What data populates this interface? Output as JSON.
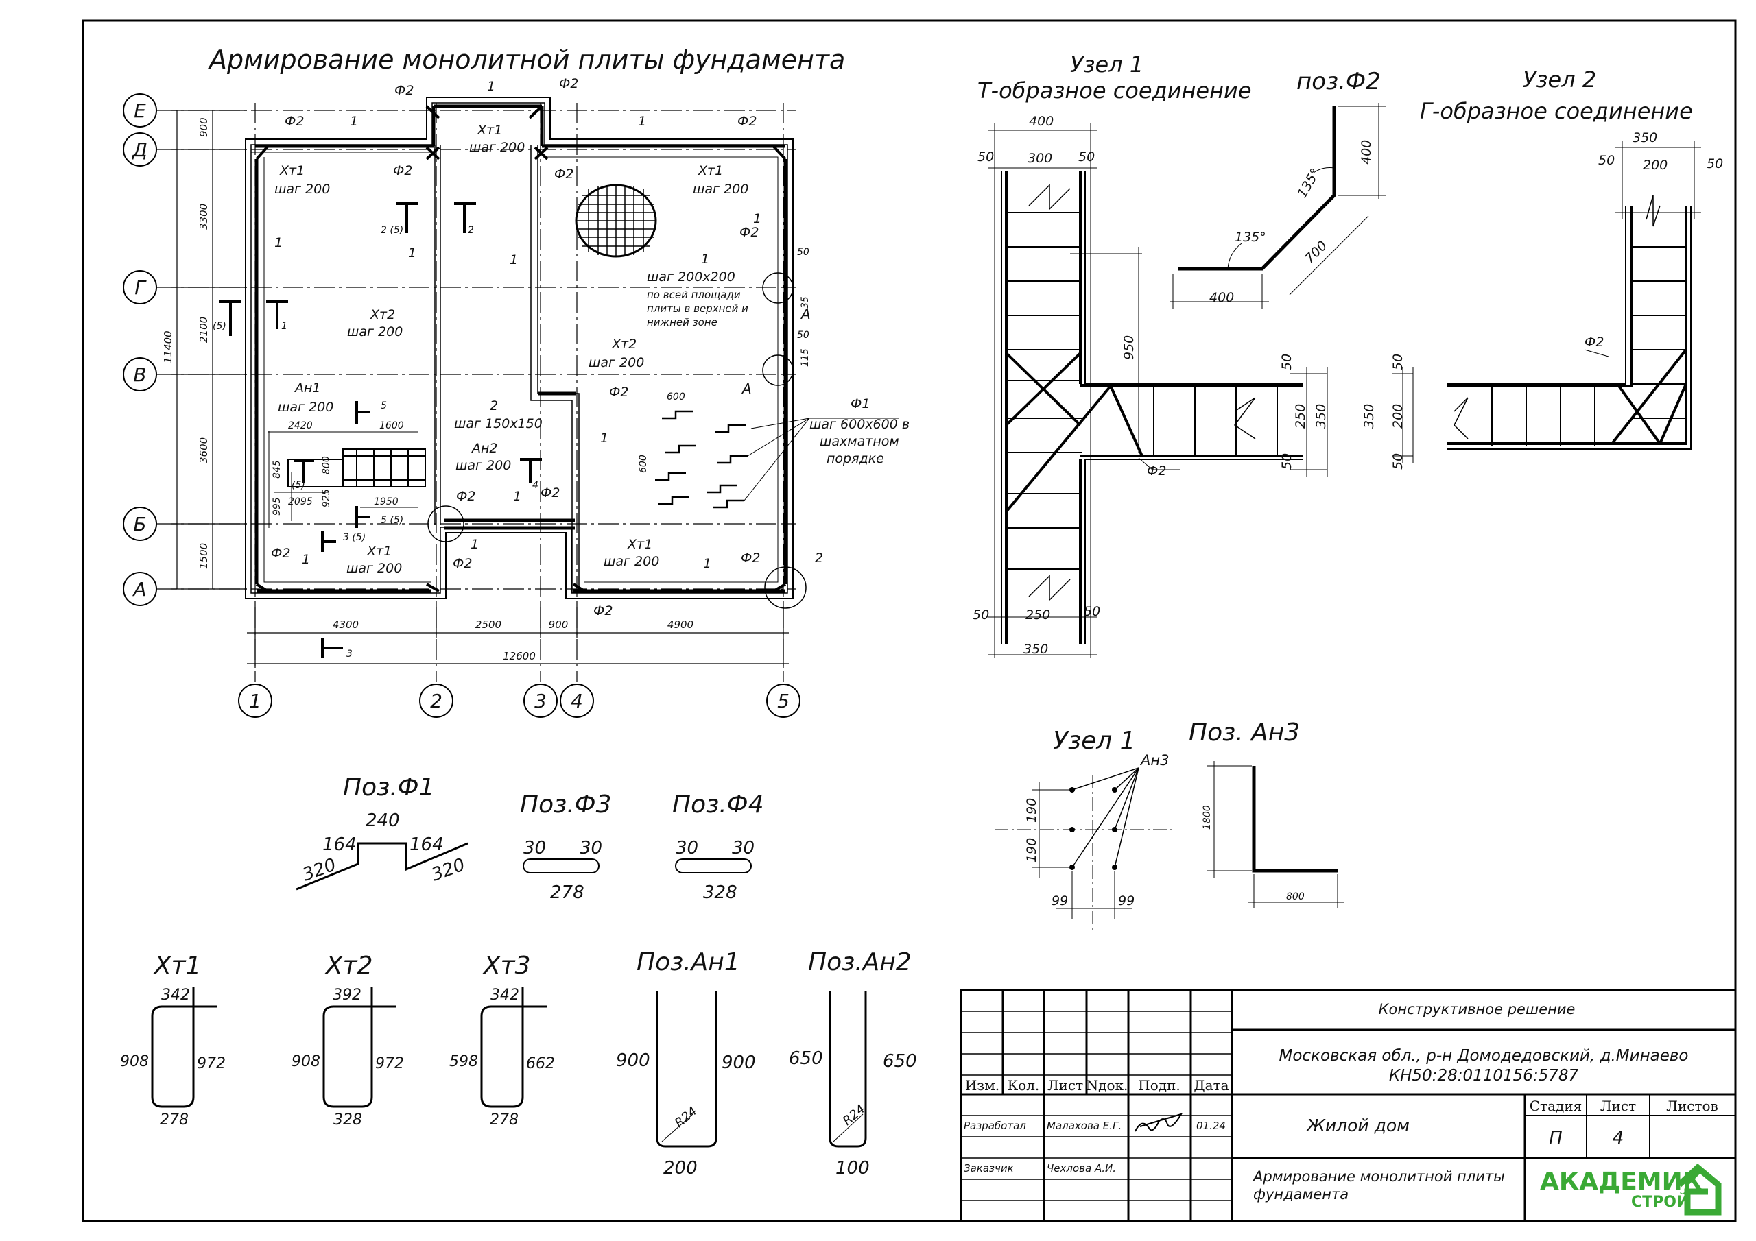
{
  "plan": {
    "title": "Армирование монолитной плиты фундамента",
    "axes_rows": [
      "Е",
      "Д",
      "Г",
      "В",
      "Б",
      "А"
    ],
    "axes_cols": [
      "1",
      "2",
      "3",
      "4",
      "5"
    ],
    "dims_left": [
      "900",
      "3300",
      "2100",
      "3600",
      "1500"
    ],
    "dim_total_left": "11400",
    "dims_bottom": [
      "4300",
      "2500",
      "900",
      "4900"
    ],
    "dim_total_bottom": "12600",
    "labels": {
      "f2": "Ф2",
      "one": "1",
      "two": "2",
      "xt1": "Хт1",
      "xt2": "Хт2",
      "step200": "шаг 200",
      "grid_step": "шаг 200х200",
      "grid_note1": "по всей площади",
      "grid_note2": "плиты в верхней и",
      "grid_note3": "нижней зоне",
      "an1": "Ан1",
      "an2": "Ан2",
      "step150": "шаг 150х150",
      "f1": "Ф1",
      "f1_step": "шаг 600х600 в",
      "f1_note1": "шахматном",
      "f1_note2": "порядке",
      "sec1": "1",
      "sec2": "2 (5)",
      "sec2b": "2",
      "sec3": "3",
      "sec3b": "3 (5)",
      "sec4": "4",
      "sec5": "5",
      "sec5b": "5 (5)",
      "sec_a": "А",
      "sec_p5": "(5)",
      "d2420": "2420",
      "d1600": "1600",
      "d845": "845",
      "d800": "800",
      "d2095": "2095",
      "d925": "925",
      "d1950": "1950",
      "d995": "995",
      "d600a": "600",
      "d600b": "600",
      "d50": "50",
      "d35": "35",
      "d115": "115"
    }
  },
  "node1": {
    "title1": "Узел 1",
    "title2": "Т-образное соединение",
    "dims": [
      "400",
      "50",
      "300",
      "50",
      "950",
      "50",
      "250",
      "350",
      "50",
      "50",
      "250",
      "50",
      "350"
    ],
    "f2": "Ф2"
  },
  "posf2": {
    "title": "поз.Ф2",
    "dims": [
      "400",
      "135°",
      "135°",
      "700",
      "400"
    ]
  },
  "node2": {
    "title1": "Узел 2",
    "title2": "Г-образное соединение",
    "dims": [
      "350",
      "50",
      "200",
      "50",
      "50",
      "350",
      "200",
      "50"
    ],
    "f2": "Ф2"
  },
  "node1b": {
    "title": "Узел 1",
    "an3": "Ан3",
    "dims": [
      "190",
      "190",
      "99",
      "99"
    ]
  },
  "posan3": {
    "title": "Поз. Ан3",
    "dims": [
      "1800",
      "800"
    ]
  },
  "posf1": {
    "title": "Поз.Ф1",
    "dims": [
      "240",
      "164",
      "164",
      "320",
      "320"
    ]
  },
  "posf3": {
    "title": "Поз.Ф3",
    "dims": [
      "30",
      "30",
      "278"
    ]
  },
  "posf4": {
    "title": "Поз.Ф4",
    "dims": [
      "30",
      "30",
      "328"
    ]
  },
  "xt1": {
    "title": "Хт1",
    "dims": [
      "342",
      "908",
      "972",
      "278"
    ]
  },
  "xt2": {
    "title": "Хт2",
    "dims": [
      "392",
      "908",
      "972",
      "328"
    ]
  },
  "xt3": {
    "title": "Хт3",
    "dims": [
      "342",
      "598",
      "662",
      "278"
    ]
  },
  "posan1": {
    "title": "Поз.Ан1",
    "dims": [
      "900",
      "900",
      "R24",
      "200"
    ]
  },
  "posan2": {
    "title": "Поз.Ан2",
    "dims": [
      "650",
      "650",
      "R24",
      "100"
    ]
  },
  "titleblock": {
    "heads": [
      "Изм.",
      "Кол.",
      "Лист",
      "Nдок.",
      "Подп.",
      "Дата"
    ],
    "developed_label": "Разработал",
    "developed_name": "Малахова Е.Г.",
    "developed_date": "01.24",
    "customer_label": "Заказчик",
    "customer_name": "Чехлова А.И.",
    "section": "Конструктивное решение",
    "address1": "Московская обл., р-н Домодедовский, д.Минаево",
    "address2": "КН50:28:0110156:5787",
    "building": "Жилой дом",
    "stage_h": "Стадия",
    "sheet_h": "Лист",
    "sheets_h": "Листов",
    "stage": "П",
    "sheet": "4",
    "drawing1": "Армирование монолитной плиты",
    "drawing2": "фундамента",
    "logo1": "АКАДЕМИК",
    "logo2": "СТРОЙ",
    "logo_color": "#3aa935"
  }
}
